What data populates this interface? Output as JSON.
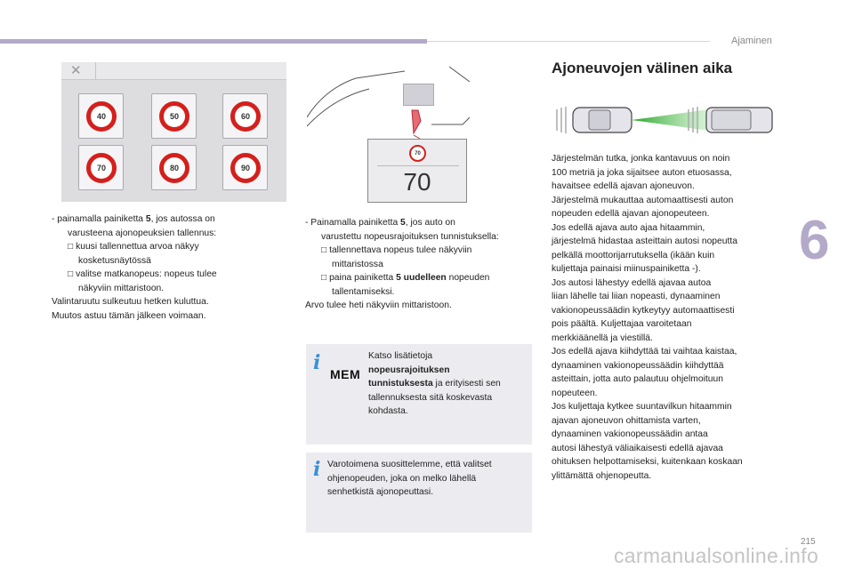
{
  "header": {
    "section": "Ajaminen",
    "accent_color": "#b3a9c9"
  },
  "speed_panel": {
    "close_icon": "close-icon",
    "signs": [
      "40",
      "50",
      "60",
      "70",
      "80",
      "90"
    ],
    "sign_color": "#d4201c"
  },
  "dashboard": {
    "mini_sign": "70",
    "speed": "70"
  },
  "left_column": {
    "lines": [
      {
        "t": "-   painamalla painiketta ",
        "b": "5",
        "a": ", jos autossa on",
        "ind": 0
      },
      {
        "t": "varusteena ajonopeuksien tallennus:",
        "b": "",
        "a": "",
        "ind": 1
      },
      {
        "t": "□ kuusi tallennettua arvoa näkyy",
        "b": "",
        "a": "",
        "ind": 1
      },
      {
        "t": "kosketusnäytössä",
        "b": "",
        "a": "",
        "ind": 2
      },
      {
        "t": "□ valitse matkanopeus: nopeus tulee",
        "b": "",
        "a": "",
        "ind": 1
      },
      {
        "t": "näkyviin mittaristoon.",
        "b": "",
        "a": "",
        "ind": 2
      },
      {
        "t": "Valintaruutu sulkeutuu hetken kuluttua.",
        "b": "",
        "a": "",
        "ind": 0
      },
      {
        "t": "Muutos astuu tämän jälkeen voimaan.",
        "b": "",
        "a": "",
        "ind": 0
      }
    ]
  },
  "middle_column": {
    "lines": [
      {
        "t": "-   Painamalla painiketta ",
        "b": "5",
        "a": ", jos auto on",
        "ind": 0
      },
      {
        "t": "varustettu nopeusrajoituksen tunnistuksella:",
        "b": "",
        "a": "",
        "ind": 1
      },
      {
        "t": "□ tallennettava nopeus tulee näkyviin",
        "b": "",
        "a": "",
        "ind": 1
      },
      {
        "t": "mittaristossa",
        "b": "",
        "a": "",
        "ind": 2
      },
      {
        "t": "□ paina painiketta ",
        "b": "5 uudelleen",
        "a": " nopeuden",
        "ind": 1
      },
      {
        "t": "tallentamiseksi.",
        "b": "",
        "a": "",
        "ind": 2
      },
      {
        "t": "Arvo tulee heti näkyviin mittaristoon.",
        "b": "",
        "a": "",
        "ind": 0
      }
    ]
  },
  "info_box_mem": {
    "icon": "info-icon",
    "label": "MEM",
    "line1": "Katso lisätietoja",
    "bold1": "nopeusrajoituksen",
    "bold2": "tunnistuksesta",
    "line3_rest": " ja erityisesti sen",
    "line4": "tallennuksesta sitä koskevasta",
    "line5": "kohdasta."
  },
  "info_box_tip": {
    "icon": "info-icon",
    "lines": [
      "Varotoimena suosittelemme, että valitset",
      "ohjenopeuden, joka on melko lähellä",
      "senhetkistä ajonopeuttasi."
    ]
  },
  "right_column": {
    "heading": "Ajoneuvojen välinen aika",
    "lines": [
      "Järjestelmän tutka, jonka kantavuus on noin",
      "100 metriä ja joka sijaitsee auton etuosassa,",
      "havaitsee edellä ajavan ajoneuvon.",
      "Järjestelmä mukauttaa automaattisesti auton",
      "nopeuden edellä ajavan ajonopeuteen.",
      "Jos edellä ajava auto ajaa hitaammin,",
      "järjestelmä hidastaa asteittain autosi nopeutta",
      "pelkällä moottorijarrutuksella (ikään kuin",
      "kuljettaja painaisi miinuspainiketta -).",
      "Jos autosi lähestyy edellä ajavaa autoa",
      "liian lähelle tai liian nopeasti, dynaaminen",
      "vakionopeussäädin kytkeytyy automaattisesti",
      "pois päältä. Kuljettajaa varoitetaan",
      "merkkiäänellä ja viestillä.",
      "Jos edellä ajava kiihdyttää tai vaihtaa kaistaa,",
      "dynaaminen vakionopeussäädin kiihdyttää",
      "asteittain, jotta auto palautuu ohjelmoituun",
      "nopeuteen.",
      "Jos kuljettaja kytkee suuntavilkun hitaammin",
      "ajavan ajoneuvon ohittamista varten,",
      "dynaaminen vakionopeussäädin antaa",
      "autosi lähestyä väliaikaisesti edellä ajavaa",
      "ohituksen helpottamiseksi, kuitenkaan koskaan",
      "ylittämättä ohjenopeutta."
    ]
  },
  "chapter": "6",
  "page_number": "215",
  "watermark": "carmanualsonline.info"
}
